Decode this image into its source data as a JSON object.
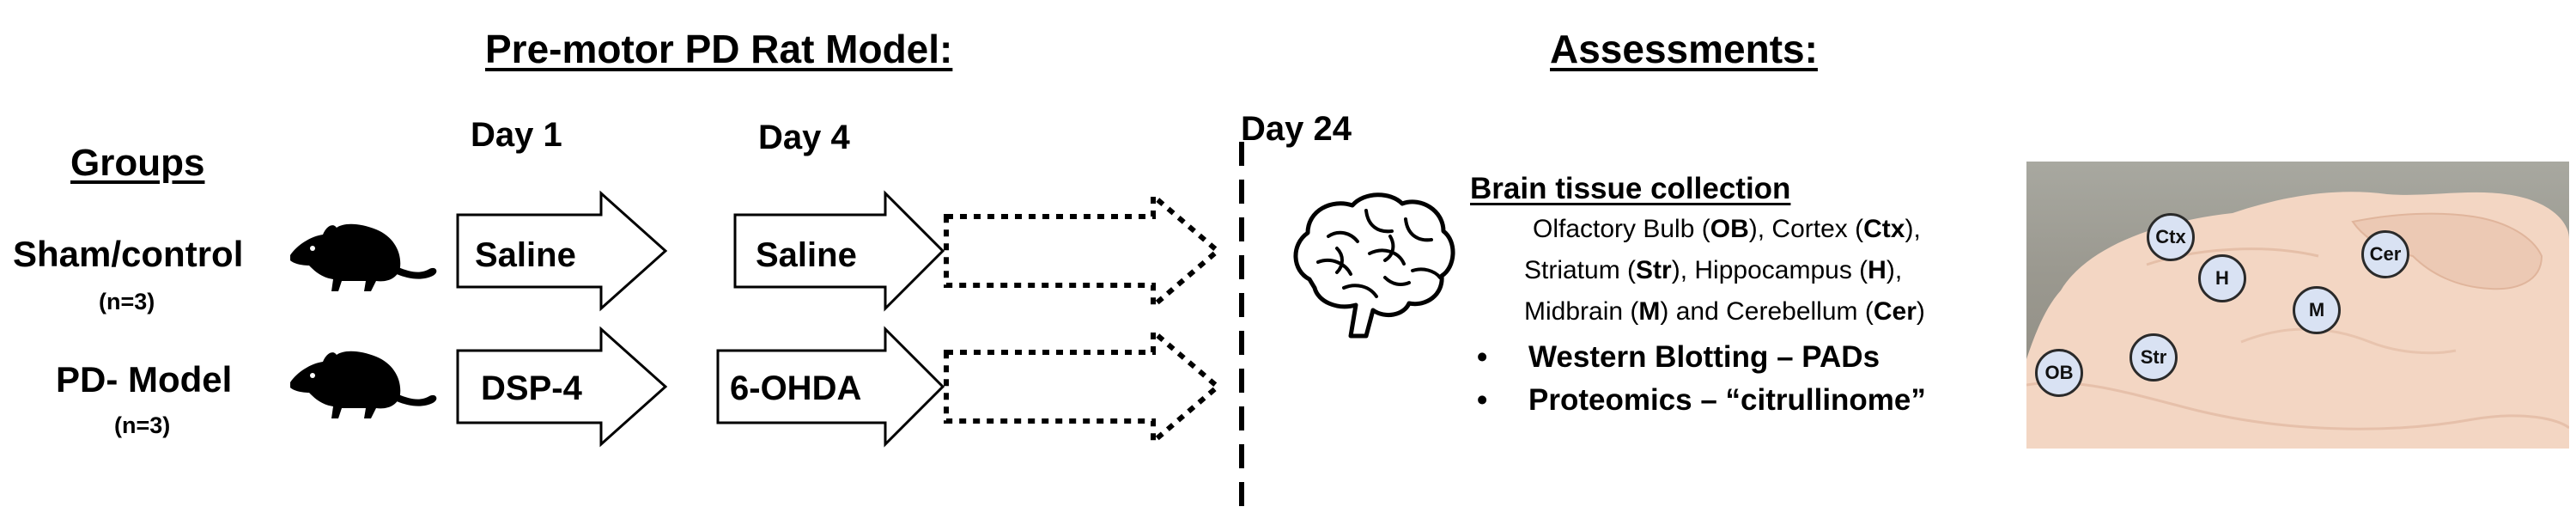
{
  "titles": {
    "model": "Pre-motor PD Rat Model:",
    "assessments": "Assessments:"
  },
  "timeline": {
    "day1": "Day 1",
    "day4": "Day 4",
    "day24": "Day 24"
  },
  "groups": {
    "header": "Groups",
    "rows": [
      {
        "name": "Sham/control",
        "n": "(n=3)",
        "day1_treatment": "Saline",
        "day4_treatment": "Saline"
      },
      {
        "name": "PD- Model",
        "n": "(n=3)",
        "day1_treatment": "DSP-4",
        "day4_treatment": "6-OHDA"
      }
    ]
  },
  "assessments": {
    "brain_tissue_header": "Brain tissue collection",
    "bullets": [
      "Western Blotting – PADs",
      "Proteomics – “citrullinome”"
    ]
  },
  "regions": {
    "ob": {
      "name": "Olfactory Bulb",
      "abbr": "OB"
    },
    "ctx": {
      "name": "Cortex",
      "abbr": "Ctx"
    },
    "str": {
      "name": "Striatum",
      "abbr": "Str"
    },
    "h": {
      "name": "Hippocampus",
      "abbr": "H"
    },
    "m": {
      "name": "Midbrain",
      "abbr": "M"
    },
    "cer": {
      "name": "Cerebellum",
      "abbr": "Cer"
    }
  },
  "icons": {
    "rat": "rat-silhouette-icon",
    "brain": "brain-outline-icon"
  }
}
